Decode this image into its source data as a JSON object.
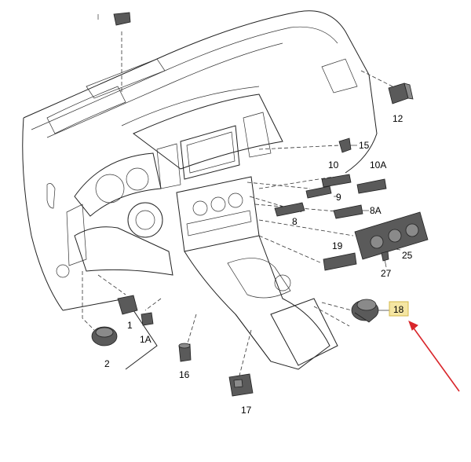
{
  "labels": {
    "l1": "1",
    "l1a": "1A",
    "l2": "2",
    "l8": "8",
    "l8a": "8A",
    "l9": "9",
    "l10": "10",
    "l10a": "10A",
    "l12": "12",
    "l15": "15",
    "l16": "16",
    "l17": "17",
    "l18": "18",
    "l19": "19",
    "l25": "25",
    "l27": "27"
  },
  "highlight": {
    "label": "l18",
    "color": "#f5e6a3",
    "border": "#d4b84a"
  },
  "arrow_color": "#d9262b"
}
